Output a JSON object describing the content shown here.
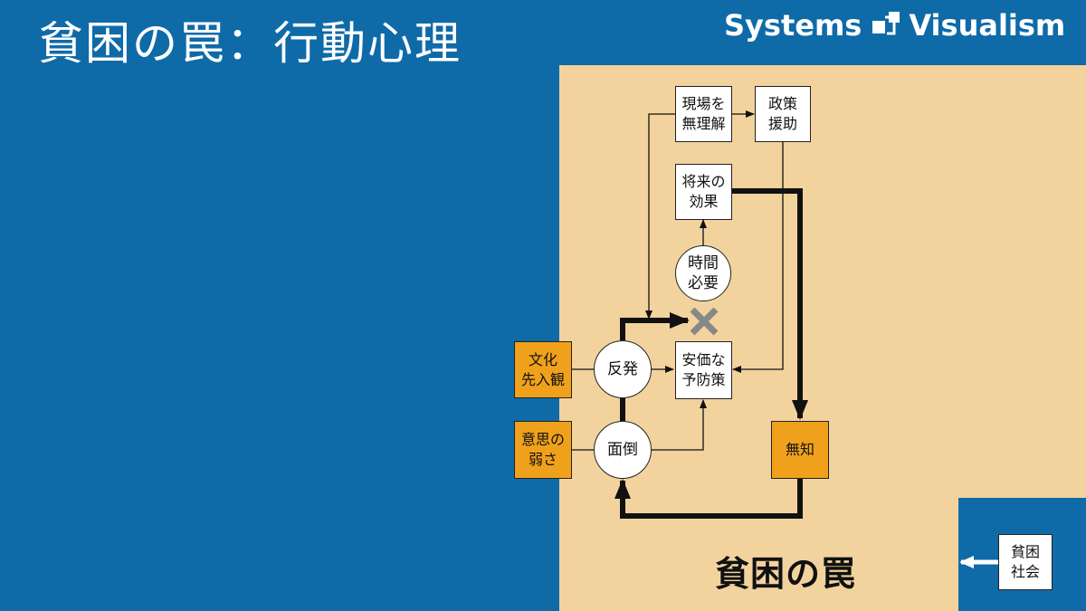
{
  "header": {
    "title": "貧困の罠：行動心理",
    "brand_left": "Systems",
    "brand_right": "Visualism"
  },
  "nodes": {
    "field_misunderstanding": "現場を\n無理解",
    "policy_aid": "政策\n援助",
    "future_effect": "将来の\n効果",
    "time_needed": "時間\n必要",
    "cheap_prevention": "安価な\n予防策",
    "backlash": "反発",
    "hassle": "面倒",
    "cultural_bias": "文化\n先入観",
    "weak_will": "意思の\n弱さ",
    "ignorance": "無知",
    "poverty_society": "貧困\n社会"
  },
  "panel_title": "貧困の罠",
  "colors": {
    "background": "#0f6aa8",
    "panel": "#f2d39d",
    "orange": "#f0a11c",
    "blocked": "#888888"
  }
}
